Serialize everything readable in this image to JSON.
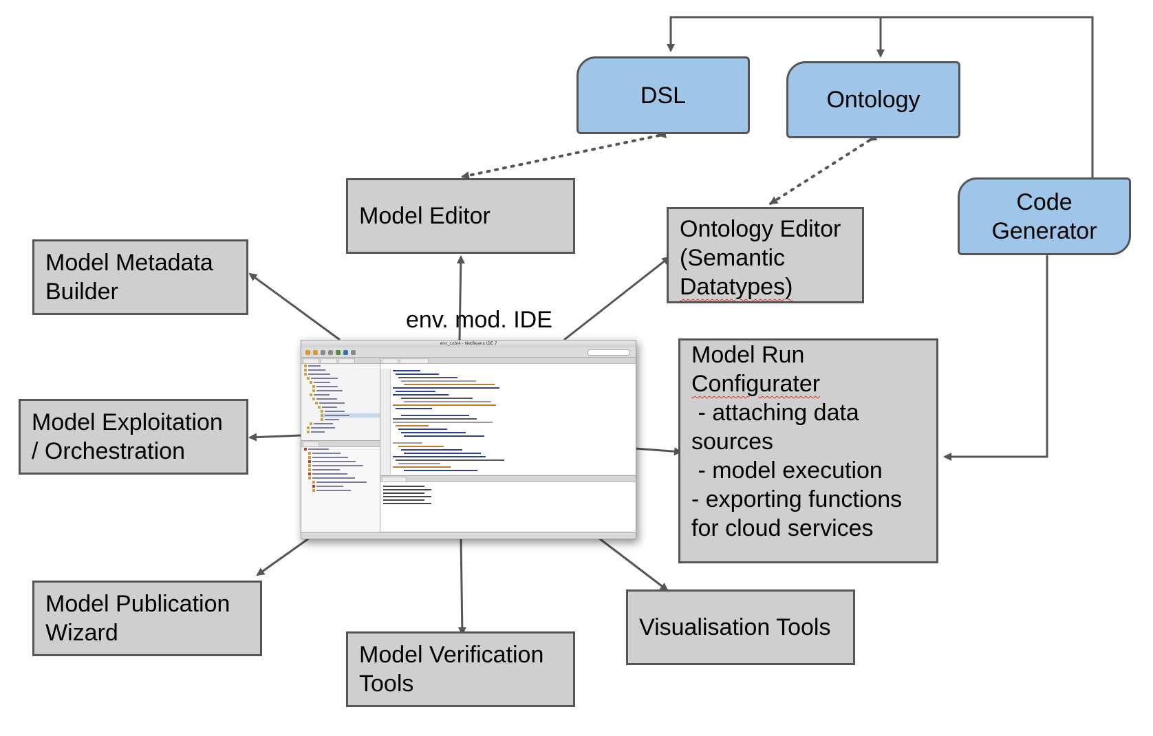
{
  "nodes": {
    "dsl": {
      "label": "DSL"
    },
    "ontology": {
      "label": "Ontology"
    },
    "code_generator": {
      "lines": [
        "Code",
        "Generator"
      ]
    },
    "model_editor": {
      "label": "Model Editor"
    },
    "ontology_editor": {
      "lines": [
        "Ontology Editor",
        "(Semantic",
        "Datatypes)"
      ]
    },
    "model_metadata_builder": {
      "lines": [
        "Model Metadata",
        "Builder"
      ]
    },
    "model_exploitation": {
      "lines": [
        "Model Exploitation",
        "/ Orchestration"
      ]
    },
    "model_run_configurater": {
      "lines": [
        "Model Run",
        "Configurater",
        " - attaching data",
        "sources",
        " - model execution",
        "- exporting functions",
        "for cloud services"
      ]
    },
    "model_publication_wizard": {
      "lines": [
        "Model Publication",
        "Wizard"
      ]
    },
    "model_verification_tools": {
      "lines": [
        "Model Verification",
        "Tools"
      ]
    },
    "visualisation_tools": {
      "label": "Visualisation Tools"
    }
  },
  "center": {
    "label": "env. mod. IDE",
    "ide_title": "env_cobi4 - NetBeans IDE 7"
  },
  "colors": {
    "gray_box": "#cfcfcf",
    "blue_box": "#9fc5e8",
    "border": "#555555",
    "arrow": "#555555"
  }
}
